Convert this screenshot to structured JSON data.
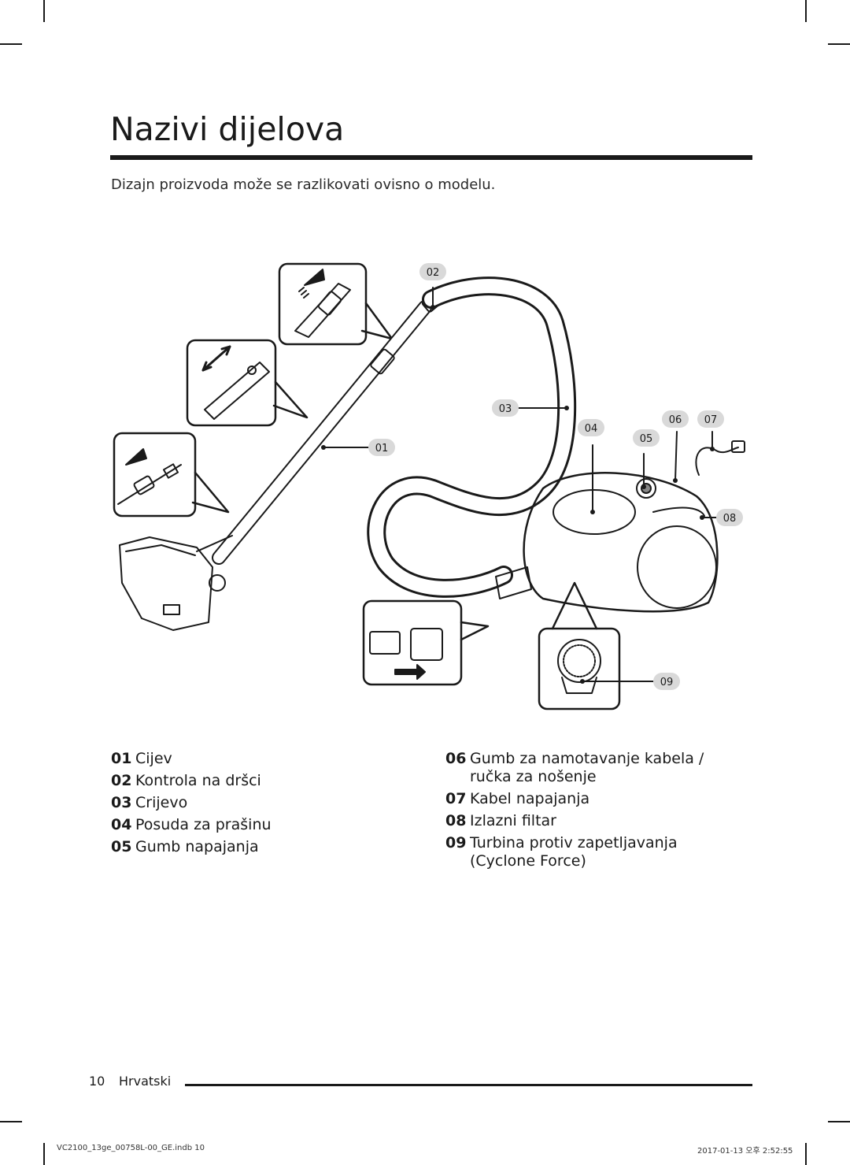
{
  "page": {
    "title": "Nazivi dijelova",
    "subtitle": "Dizajn proizvoda može se razlikovati ovisno o modelu."
  },
  "diagram": {
    "callouts": [
      "01",
      "02",
      "03",
      "04",
      "05",
      "06",
      "07",
      "08",
      "09"
    ]
  },
  "parts_left": [
    {
      "num": "01",
      "label": "Cijev"
    },
    {
      "num": "02",
      "label": "Kontrola na dršci"
    },
    {
      "num": "03",
      "label": "Crijevo"
    },
    {
      "num": "04",
      "label": "Posuda za prašinu"
    },
    {
      "num": "05",
      "label": "Gumb napajanja"
    }
  ],
  "parts_right": [
    {
      "num": "06",
      "label": "Gumb za namotavanje kabela / ručka za nošenje"
    },
    {
      "num": "07",
      "label": "Kabel napajanja"
    },
    {
      "num": "08",
      "label": "Izlazni filtar"
    },
    {
      "num": "09",
      "label": "Turbina protiv zapetljavanja (Cyclone Force)"
    }
  ],
  "footer": {
    "page_number": "10",
    "language": "Hrvatski",
    "slug_left": "VC2100_13ge_00758L-00_GE.indb   10",
    "slug_right": "2017-01-13   오후 2:52:55"
  },
  "colors": {
    "ink": "#1a1a1a",
    "callout_fill": "#d9d9d9"
  }
}
